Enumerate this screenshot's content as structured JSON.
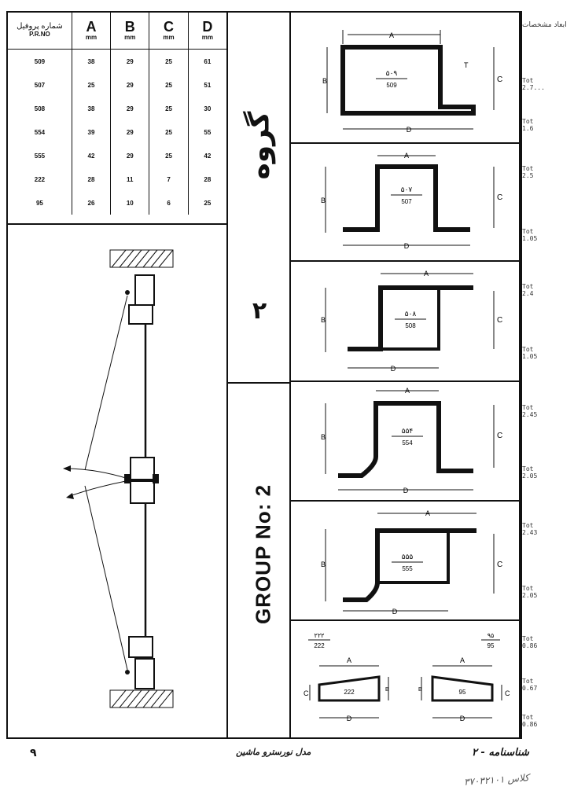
{
  "table": {
    "header": {
      "part_label_fa": "شماره پروفیل",
      "part_label_en": "P.R.NO",
      "cols": [
        {
          "letter": "A",
          "unit": "mm"
        },
        {
          "letter": "B",
          "unit": "mm"
        },
        {
          "letter": "C",
          "unit": "mm"
        },
        {
          "letter": "D",
          "unit": "mm"
        }
      ]
    },
    "rows": [
      [
        "509",
        "38",
        "29",
        "25",
        "61"
      ],
      [
        "507",
        "25",
        "29",
        "25",
        "51"
      ],
      [
        "508",
        "38",
        "29",
        "25",
        "30"
      ],
      [
        "554",
        "39",
        "29",
        "25",
        "55"
      ],
      [
        "555",
        "42",
        "29",
        "25",
        "42"
      ],
      [
        "222",
        "28",
        "11",
        "7",
        "28"
      ],
      [
        "95",
        "26",
        "10",
        "6",
        "25"
      ]
    ]
  },
  "group": {
    "fa_title": "گروه",
    "fa_number": "۲",
    "en_title": "GROUP No: 2"
  },
  "panels": [
    {
      "code_fa": "۵۰۹",
      "code": "509"
    },
    {
      "code_fa": "۵۰۷",
      "code": "507"
    },
    {
      "code_fa": "۵۰۸",
      "code": "508"
    },
    {
      "code_fa": "۵۵۴",
      "code": "554"
    },
    {
      "code_fa": "۵۵۵",
      "code": "555"
    }
  ],
  "small_profiles": [
    {
      "code_fa": "۲۲۲",
      "code": "222"
    },
    {
      "code_fa": "۹۵",
      "code": "95"
    }
  ],
  "dims": {
    "A": "A",
    "B": "B",
    "C": "C",
    "D": "D",
    "T": "T"
  },
  "right_notes": [
    {
      "l1": "Tot",
      "l2": "2.7..."
    },
    {
      "l1": "Tot",
      "l2": "1.6"
    },
    {
      "l1": "Tot",
      "l2": "2.5"
    },
    {
      "l1": "Tot",
      "l2": "1.05"
    },
    {
      "l1": "Tot",
      "l2": "2.4"
    },
    {
      "l1": "Tot",
      "l2": "1.05"
    },
    {
      "l1": "Tot",
      "l2": "2.45"
    },
    {
      "l1": "Tot",
      "l2": "2.05"
    },
    {
      "l1": "Tot",
      "l2": "2.43"
    },
    {
      "l1": "Tot",
      "l2": "2.05"
    },
    {
      "l1": "Tot",
      "l2": "0.86"
    },
    {
      "l1": "Tot",
      "l2": "0.67"
    },
    {
      "l1": "Tot",
      "l2": "0.86"
    }
  ],
  "header_right_fa": "ابعاد مشخصات",
  "footer": {
    "page_number": "۹",
    "center_text": "مدل نورسترو ماشین",
    "right_text": "شناسنامه - ۲"
  },
  "handwriting": "کلاس ۳۷۰۳۲۱۰۱"
}
